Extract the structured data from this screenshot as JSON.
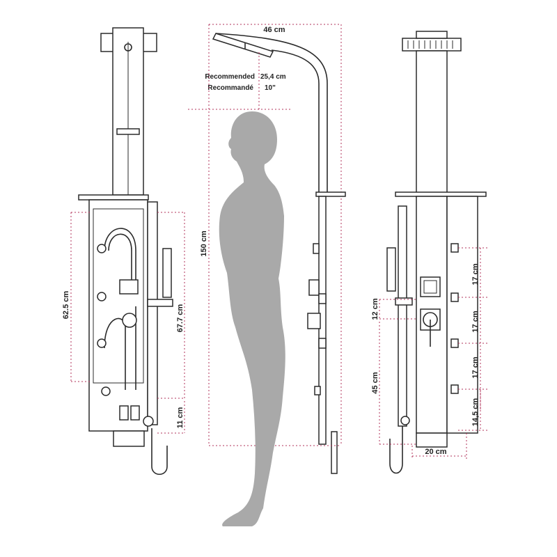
{
  "colors": {
    "line": "#2a2a2a",
    "dimension": "#b0305a",
    "silhouette": "#a9a9a9",
    "background": "#ffffff"
  },
  "front_view": {
    "label_height_panel": "62.5 cm",
    "label_height_bar": "67.7 cm",
    "label_bottom": "11 cm"
  },
  "side_view": {
    "label_width_top": "46 cm",
    "label_recommended_en": "Recommended",
    "label_recommended_fr": "Recommandé",
    "label_recommended_cm": "25,4 cm",
    "label_recommended_in": "10\"",
    "label_total_height": "150 cm"
  },
  "back_view": {
    "label_spacing_1": "17 cm",
    "label_spacing_2": "17 cm",
    "label_spacing_3": "17 cm",
    "label_spacing_4": "14,5 cm",
    "label_12": "12 cm",
    "label_45": "45 cm",
    "label_width_bottom": "20 cm"
  }
}
